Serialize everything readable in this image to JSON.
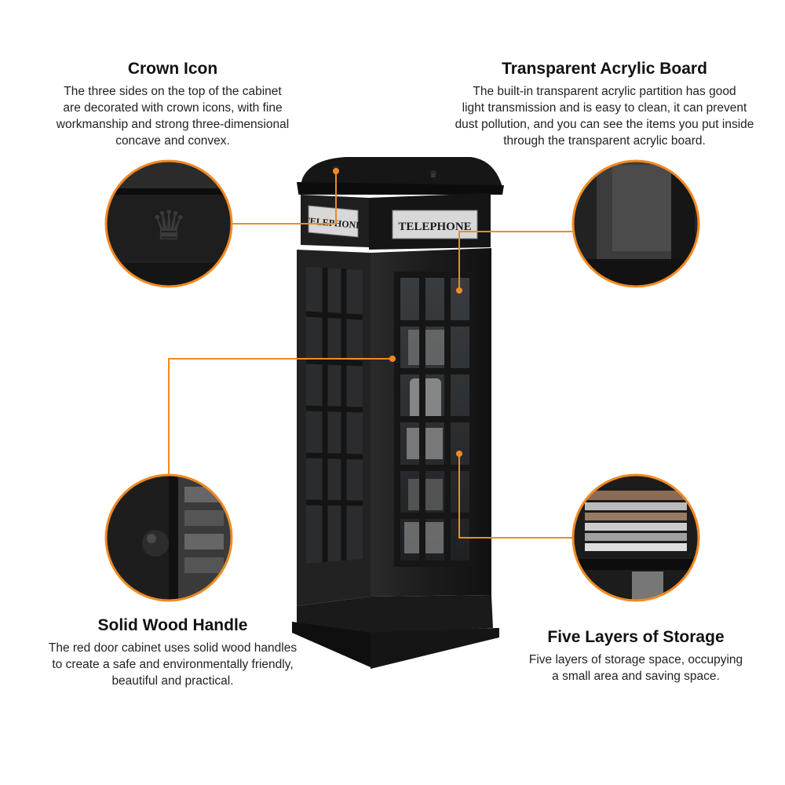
{
  "features": {
    "crown": {
      "title": "Crown Icon",
      "description": "The three sides on the top of the cabinet\nare decorated with crown icons, with fine\nworkmanship and strong three-dimensional\nconcave and convex."
    },
    "acrylic": {
      "title": "Transparent Acrylic Board",
      "description": "The built-in transparent acrylic partition has good\nlight transmission and is easy to clean, it can prevent\ndust pollution, and you can see the items you put inside\nthrough the transparent acrylic board."
    },
    "handle": {
      "title": "Solid Wood Handle",
      "description": "The red door cabinet uses solid wood handles\nto create a safe and environmentally friendly,\nbeautiful and practical."
    },
    "storage": {
      "title": "Five Layers of Storage",
      "description": "Five layers of storage space, occupying\na small area and saving space."
    }
  },
  "cabinet": {
    "sign_left": "TELEPHONE",
    "sign_front": "TELEPHONE"
  },
  "colors": {
    "accent": "#f08a24",
    "cabinet": "#1c1c1c",
    "circle_border": "#f08a24"
  }
}
